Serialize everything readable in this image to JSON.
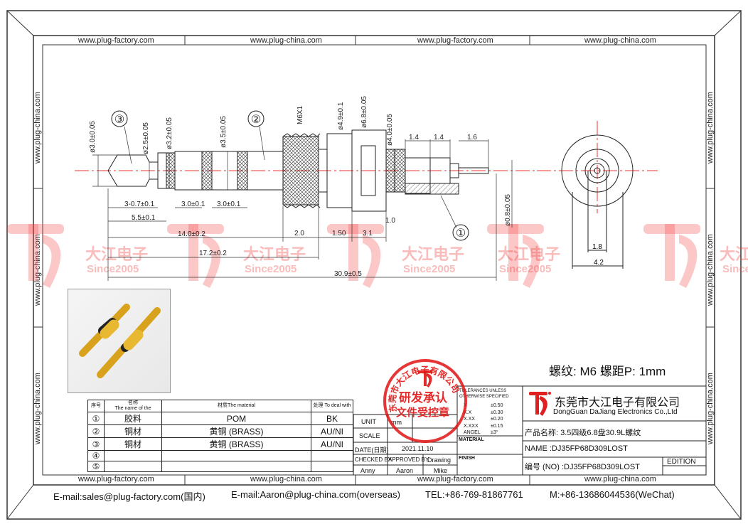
{
  "watermark_sites": {
    "factory": "www.plug-factory.com",
    "china": "www.plug-china.com"
  },
  "watermark": {
    "cn": "大江电子",
    "since": "Since2005"
  },
  "dimensions": {
    "d1": "ø3.0±0.05",
    "d2": "ø2.5±0.05",
    "d3": "ø3.2±0.05",
    "d4": "ø3.5±0.05",
    "m6": "M6X1",
    "d5": "ø4.9±0.1",
    "d6": "ø6.8±0.05",
    "d7": "ø4.0±0.05",
    "t1": "1.4",
    "t2": "1.4",
    "t3": "1.6",
    "d8": "ø0.8±0.05",
    "l1": "3-0.7±0.1",
    "l2": "3.0±0.1",
    "l3": "3.0±0.1",
    "l4": "5.5±0.1",
    "l5": "14.0±0.2",
    "l6": "2.0",
    "l7": "1.50",
    "l8": "3.1",
    "l9": "1.0",
    "l10": "17.2±0.2",
    "l11": "30.9±0.5",
    "s1": "1.8",
    "s2": "4.2",
    "callout1": "①",
    "callout2": "②",
    "callout3": "③"
  },
  "thread_note": "螺纹: M6   螺距P: 1mm",
  "bom": {
    "headers": {
      "no": "序号",
      "name_cn": "名称",
      "name": "The name of the",
      "material": "材质The material",
      "deal": "处理 To deal with"
    },
    "rows": [
      {
        "no": "①",
        "name": "胶料",
        "material": "POM",
        "deal": "BK"
      },
      {
        "no": "②",
        "name": "铜材",
        "material": "黄铜 (BRASS)",
        "deal": "AU/NI"
      },
      {
        "no": "③",
        "name": "铜材",
        "material": "黄铜 (BRASS)",
        "deal": "AU/NI"
      },
      {
        "no": "④",
        "name": "",
        "material": "",
        "deal": ""
      },
      {
        "no": "⑤",
        "name": "",
        "material": "",
        "deal": ""
      }
    ]
  },
  "title_block": {
    "unit_label": "UNIT",
    "unit": "mm",
    "scale_label": "SCALE",
    "date_label": "DATE(日期)",
    "date": "2021.11.10",
    "checked_by": "CHECKED BY",
    "approved_by": "APPROVED BY",
    "drawing": "Drawing",
    "checker": "Anny",
    "approver": "Aaron",
    "drawer": "Mike",
    "tol_title1": "TOLERANCES UNLESS",
    "tol_title2": "OTHERWISE SPECIFIED",
    "tol": [
      [
        "X",
        "±0.50"
      ],
      [
        "X.X",
        "±0.30"
      ],
      [
        "X.XX",
        "±0.20"
      ],
      [
        "X.XXX",
        "±0.15"
      ],
      [
        "ANGEL",
        "±3°"
      ]
    ],
    "material_label": "MATERIAL",
    "finish_label": "FINISH",
    "company_cn": "东莞市大江电子有限公司",
    "company_en": "DongGuan DaJiang Electronics Co.,Ltd",
    "product_name": "产品名称: 3.5四级6.8盘30.9L螺纹",
    "name": "NAME :DJ35FP68D309LOST",
    "number": "编号 (NO) :DJ35FP68D309LOST",
    "edition": "EDITION"
  },
  "stamp": {
    "ring": "东莞市大江电子有限公司",
    "line1": "研发承认",
    "line2": "文件受控章"
  },
  "footer": {
    "email_cn": "E-mail:sales@plug-factory.com(国内)",
    "email_overseas": "E-mail:Aaron@plug-china.com(overseas)",
    "tel": "TEL:+86-769-81867761",
    "mobile": "M:+86-13686044536(WeChat)"
  }
}
